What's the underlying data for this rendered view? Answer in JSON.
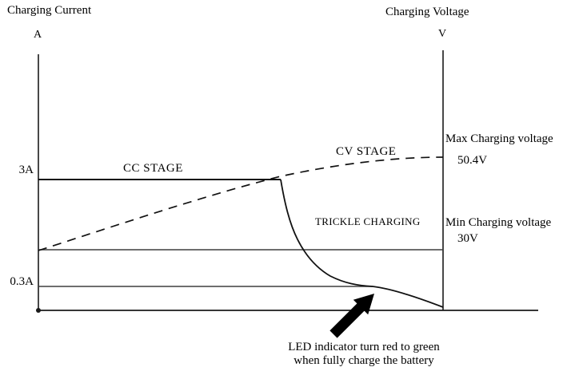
{
  "axes": {
    "left_title": "Charging Current",
    "left_unit": "A",
    "right_title": "Charging Voltage",
    "right_unit": "V"
  },
  "labels": {
    "cc_stage": "CC STAGE",
    "cv_stage": "CV STAGE",
    "trickle": "TRICKLE CHARGING",
    "tick_3a": "3A",
    "tick_03a": "0.3A",
    "max_voltage_label": "Max Charging voltage",
    "max_voltage_value": "50.4V",
    "min_voltage_label": "Min Charging voltage",
    "min_voltage_value": "30V"
  },
  "annotation": {
    "led_line1": "LED indicator turn red to green",
    "led_line2": "when fully charge the battery"
  },
  "colors": {
    "background": "#ffffff",
    "axis": "#1a1a1a",
    "curve": "#111111",
    "reference_line": "#3f3f3f",
    "arrow": "#000000",
    "text": "#000000"
  },
  "chart_data": {
    "type": "line",
    "title": "",
    "xlabel": "",
    "x_range_note": [
      0,
      1
    ],
    "grid": false,
    "y_left": {
      "label": "Charging Current",
      "unit": "A",
      "ticks": [
        {
          "value": 0.3,
          "label": "0.3A"
        },
        {
          "value": 3,
          "label": "3A"
        }
      ]
    },
    "y_right": {
      "label": "Charging Voltage",
      "unit": "V",
      "ticks": [
        {
          "value": 30,
          "label": "30V"
        },
        {
          "value": 50.4,
          "label": "50.4V"
        }
      ]
    },
    "series": [
      {
        "name": "Charging Current",
        "axis": "left",
        "unit": "A",
        "style": "solid",
        "points": [
          [
            0,
            3
          ],
          [
            0.6,
            3
          ],
          [
            0.63,
            1.8
          ],
          [
            0.66,
            1.1
          ],
          [
            0.72,
            0.6
          ],
          [
            0.76,
            0.45
          ],
          [
            0.82,
            0.3
          ],
          [
            0.9,
            0.2
          ],
          [
            1,
            0.1
          ]
        ]
      },
      {
        "name": "Charging Voltage",
        "axis": "right",
        "unit": "V",
        "style": "dashed",
        "points": [
          [
            0,
            30
          ],
          [
            0.2,
            36.5
          ],
          [
            0.4,
            42
          ],
          [
            0.6,
            46.1
          ],
          [
            0.8,
            49.3
          ],
          [
            1,
            50.4
          ]
        ]
      }
    ],
    "stage_annotations": [
      "CC STAGE",
      "CV STAGE",
      "TRICKLE CHARGING"
    ],
    "callout": {
      "text": "LED indicator turn red to green when fully charge the battery",
      "points_to": "current curve crossing 0.3A trickle level"
    },
    "legend": "none"
  }
}
